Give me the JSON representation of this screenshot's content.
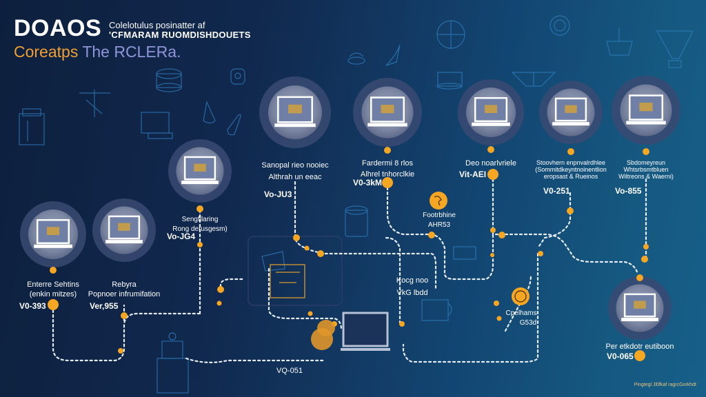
{
  "header": {
    "title": "DOAOS",
    "subtitle_line1": "Colelotulus posinatter af",
    "subtitle_line2": "'CFMARAM RUOMDISHDOUETS",
    "tagline_part1": "Coreatps",
    "tagline_part2": "The RCLERa."
  },
  "nodes": [
    {
      "id": "n1",
      "label_line1": "Enterre Sehtins",
      "label_line2": "(enkin mitzes)",
      "version": "V0-393"
    },
    {
      "id": "n2",
      "label_line1": "Rebyra",
      "label_line2": "Popnoer infrumifation",
      "version": "Ver,955"
    },
    {
      "id": "n3",
      "label_line1": "Sengfilaring",
      "label_line2": "Rong derusgesm)",
      "version": "Vo-JG4"
    },
    {
      "id": "n4",
      "label_line1": "Sanopal rieo nooiec",
      "label_line2": "Althrah un eeac",
      "version": "Vo-JU3"
    },
    {
      "id": "n5",
      "label_line1": "Fardermi 8 rlos",
      "label_line2": "Alhrel tnhorclkie",
      "version": "V0-3kM"
    },
    {
      "id": "n6",
      "label_line1": "Deo noarlvriele",
      "label_line2": "",
      "version": "Vit-AEI"
    },
    {
      "id": "n7",
      "label_line1": "Stoovhern enpnvalrdhlee",
      "label_line2": "(Sommitdkeyntnoinentlion",
      "label_line3": "eropsast & Rueinos",
      "version": "V0-251"
    },
    {
      "id": "n8",
      "label_line1": "Sbdomeyreun",
      "label_line2": "Whtsrbsmtbluen",
      "label_line3": "Wiltreons & Waerni)",
      "version": "Vo-855"
    },
    {
      "id": "n9",
      "label_line1": "Per etkdotr eutiboon",
      "label_line2": "",
      "version": "V0-065"
    }
  ],
  "badges": [
    {
      "id": "b1",
      "label_line1": "Footrbhine",
      "label_line2": "AHR53"
    },
    {
      "id": "b2",
      "label_line1": "Cpelhams",
      "label_line2": "G53d"
    }
  ],
  "floating_labels": [
    {
      "id": "f1",
      "label_line1": "Kocg noo",
      "label_line2": "VkG lbdd"
    },
    {
      "id": "f2",
      "label_line1": "VQ-051",
      "label_line2": ""
    }
  ],
  "footer_text": "Pingtegl Jl0fkaf ragrcGorkhdt",
  "colors": {
    "accent": "#f5a623",
    "background_dark": "#0d1f3d",
    "background_light": "#17608a",
    "line_art": "#2f7fc0"
  }
}
